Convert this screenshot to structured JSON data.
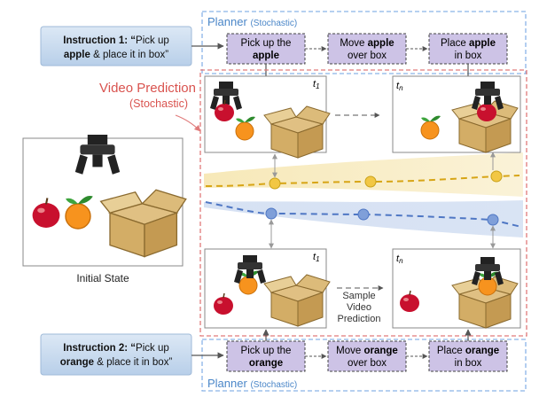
{
  "planner_top": {
    "title": "Planner",
    "subtitle": "(Stochastic)"
  },
  "planner_bottom": {
    "title": "Planner",
    "subtitle": "(Stochastic)"
  },
  "instruction1": {
    "line1": {
      "bold": "Instruction 1: “",
      "rest": "Pick up"
    },
    "line2": {
      "bold": "apple",
      "rest": " & place it in box”"
    }
  },
  "instruction2": {
    "line1": {
      "bold": "Instruction 2: “",
      "rest": "Pick up"
    },
    "line2": {
      "bold": "orange",
      "rest": " & place it in box”"
    }
  },
  "steps_top": [
    {
      "l1": "Pick up the",
      "l2_bold": "apple",
      "l2_rest": ""
    },
    {
      "l1_pre": "Move ",
      "l1_bold": "apple",
      "l2": "over box"
    },
    {
      "l1_pre": "Place ",
      "l1_bold": "apple",
      "l2": "in box"
    }
  ],
  "steps_bottom": [
    {
      "l1": "Pick up the",
      "l2_bold": "orange"
    },
    {
      "l1_pre": "Move ",
      "l1_bold": "orange",
      "l2": "over box"
    },
    {
      "l1": "Place ",
      "l1_bold": "orange",
      "l2": "in box"
    }
  ],
  "video_prediction": {
    "title": "Video Prediction",
    "subtitle": "(Stochastic)"
  },
  "frames": {
    "t1": "t",
    "t1_sub": "1",
    "tn": "t",
    "tn_sub": "n"
  },
  "initial_state_label": "Initial State",
  "sample_label": [
    "Sample",
    "Video",
    "Prediction"
  ],
  "colors": {
    "planner_border": "#8ab4e8",
    "planner_text": "#4a86c8",
    "video_border": "#e07a7a",
    "video_text": "#d9534f",
    "step_fill": "#cdc3e6",
    "instruction_fill": "#c9dcf0",
    "yellow_band": "#f6e3a8",
    "yellow_dot": "#f2c744",
    "blue_band": "#c9d8ef",
    "blue_dot": "#7f9fd9"
  },
  "icons": [
    "robot-gripper-icon",
    "apple-icon",
    "orange-icon",
    "box-icon"
  ]
}
